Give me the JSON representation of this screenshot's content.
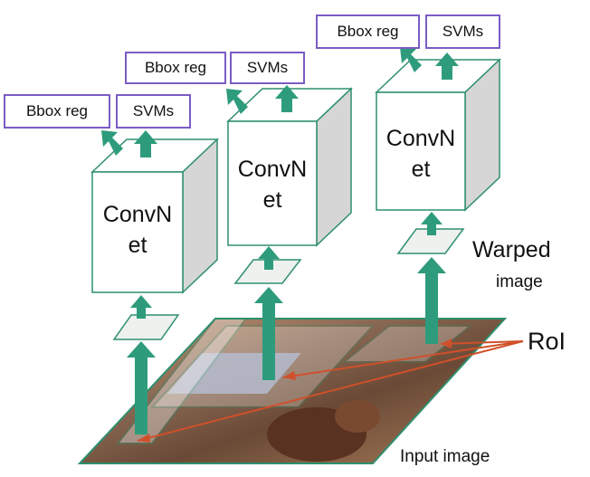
{
  "pipelines": [
    {
      "bbox_label": "Bbox reg",
      "svm_label": "SVMs",
      "convnet_label": "ConvN\net"
    },
    {
      "bbox_label": "Bbox reg",
      "svm_label": "SVMs",
      "convnet_label": "ConvN\net"
    },
    {
      "bbox_label": "Bbox reg",
      "svm_label": "SVMs",
      "convnet_label": "ConvN\net"
    }
  ],
  "labels": {
    "warped_line1": "Warped",
    "warped_line2": "image",
    "roi": "RoI",
    "input_image": "Input image"
  },
  "colors": {
    "arrow": "#2e9c7c",
    "box_border": "#7b5cc4",
    "roi_line": "#d0502a",
    "cube_side": "#d6d6d6",
    "cube_edge": "#2e8f6e"
  }
}
